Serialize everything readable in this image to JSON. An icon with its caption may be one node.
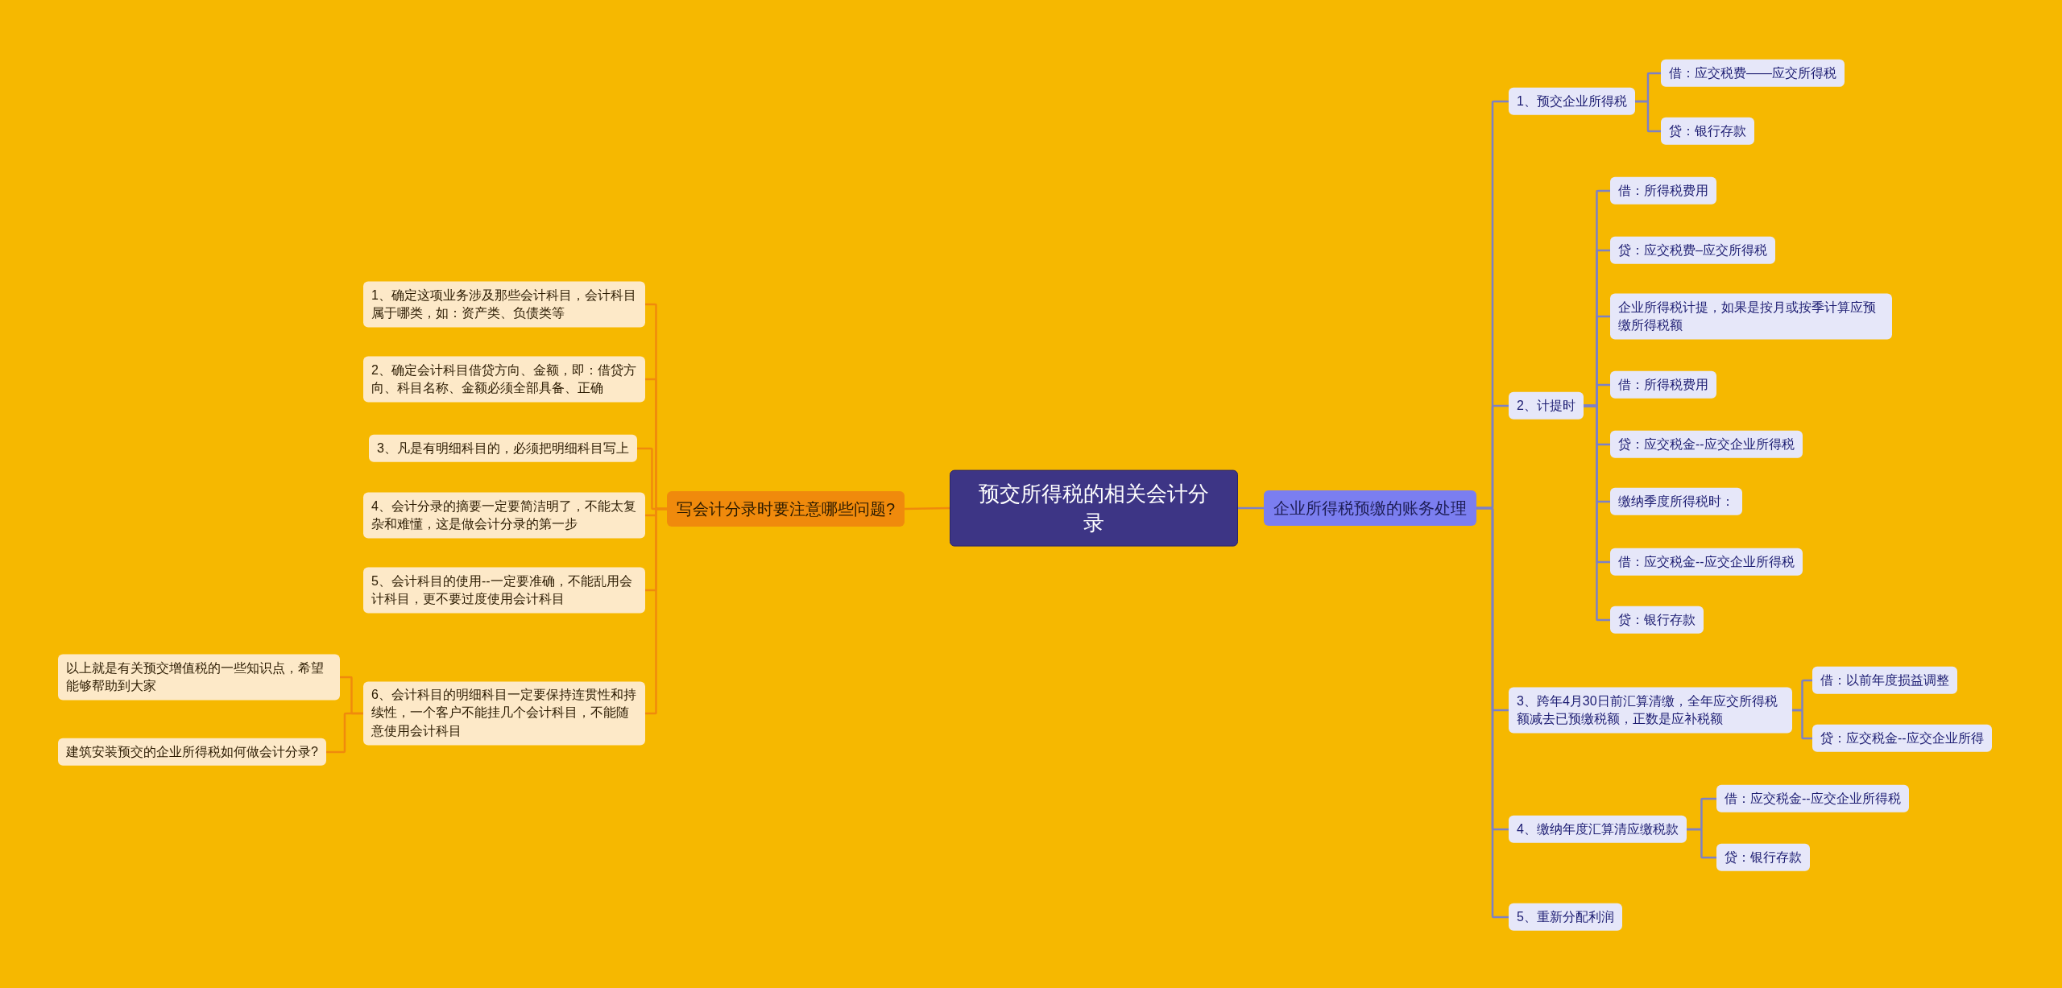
{
  "diagram": {
    "nodes": [
      {
        "text": [
          "预交所得税的相关会计分录"
        ]
      },
      {
        "text": [
          "写会计分录时要注意哪些问题?"
        ]
      },
      {
        "text": [
          "1、确定这项业务涉及那些会计科目，会计科目属于哪类，如：资产类、负债类等"
        ]
      },
      {
        "text": [
          "2、确定会计科目借贷方向、金额，即：借贷方向、科目名称、金额必须全部具备、正确"
        ]
      },
      {
        "text": [
          "3、凡是有明细科目的，必须把明细科目写上"
        ]
      },
      {
        "text": [
          "4、会计分录的摘要一定要简洁明了，不能太复杂和难懂，这是做会计分录的第一步"
        ]
      },
      {
        "text": [
          "5、会计科目的使用--一定要准确，不能乱用会计科目，更不要过度使用会计科目"
        ]
      },
      {
        "text": [
          "6、会计科目的明细科目一定要保持连贯性和持续性，一个客户不能挂几个会计科目，不能随意使用会计科目"
        ]
      },
      {
        "text": [
          "以上就是有关预交增值税的一些知识点，希望能够帮助到大家"
        ]
      },
      {
        "text": [
          "建筑安装预交的企业所得税如何做会计分录?"
        ]
      },
      {
        "text": [
          "企业所得税预缴的账务处理"
        ]
      },
      {
        "text": [
          "1、预交企业所得税"
        ]
      },
      {
        "text": [
          "借：应交税费——应交所得税"
        ]
      },
      {
        "text": [
          "贷：银行存款"
        ]
      },
      {
        "text": [
          "2、计提时"
        ]
      },
      {
        "text": [
          "借：所得税费用"
        ]
      },
      {
        "text": [
          "贷：应交税费–应交所得税"
        ]
      },
      {
        "text": [
          "企业所得税计提，如果是按月或按季计算应预缴所得税额"
        ]
      },
      {
        "text": [
          "借：所得税费用"
        ]
      },
      {
        "text": [
          "贷：应交税金--应交企业所得税"
        ]
      },
      {
        "text": [
          "缴纳季度所得税时："
        ]
      },
      {
        "text": [
          "借：应交税金--应交企业所得税"
        ]
      },
      {
        "text": [
          "贷：银行存款"
        ]
      },
      {
        "text": [
          "3、跨年4月30日前汇算清缴，全年应交所得税额减去已预缴税额，正数是应补税额"
        ]
      },
      {
        "text": [
          "借：以前年度损益调整"
        ]
      },
      {
        "text": [
          "贷：应交税金--应交企业所得"
        ]
      },
      {
        "text": [
          "4、缴纳年度汇算清应缴税款"
        ]
      },
      {
        "text": [
          "借：应交税金--应交企业所得税"
        ]
      },
      {
        "text": [
          "贷：银行存款"
        ]
      },
      {
        "text": [
          "5、重新分配利润"
        ]
      }
    ],
    "edges": [
      {
        "from": 0,
        "to": 1,
        "arrow": "none",
        "color": "#f08a0c"
      },
      {
        "from": 1,
        "to": 2,
        "arrow": "none",
        "color": "#f08a0c"
      },
      {
        "from": 1,
        "to": 3,
        "arrow": "none",
        "color": "#f08a0c"
      },
      {
        "from": 1,
        "to": 4,
        "arrow": "none",
        "color": "#f08a0c"
      },
      {
        "from": 1,
        "to": 5,
        "arrow": "none",
        "color": "#f08a0c"
      },
      {
        "from": 1,
        "to": 6,
        "arrow": "none",
        "color": "#f08a0c"
      },
      {
        "from": 1,
        "to": 7,
        "arrow": "none",
        "color": "#f08a0c"
      },
      {
        "from": 7,
        "to": 8,
        "arrow": "none",
        "color": "#f08a0c"
      },
      {
        "from": 7,
        "to": 9,
        "arrow": "none",
        "color": "#f08a0c"
      },
      {
        "from": 0,
        "to": 10,
        "arrow": "none"
      },
      {
        "from": 10,
        "to": 11,
        "arrow": "none"
      },
      {
        "from": 11,
        "to": 12,
        "arrow": "none"
      },
      {
        "from": 11,
        "to": 13,
        "arrow": "none"
      },
      {
        "from": 10,
        "to": 14,
        "arrow": "none"
      },
      {
        "from": 14,
        "to": 15,
        "arrow": "none"
      },
      {
        "from": 14,
        "to": 16,
        "arrow": "none"
      },
      {
        "from": 14,
        "to": 17,
        "arrow": "none"
      },
      {
        "from": 14,
        "to": 18,
        "arrow": "none"
      },
      {
        "from": 14,
        "to": 19,
        "arrow": "none"
      },
      {
        "from": 14,
        "to": 20,
        "arrow": "none"
      },
      {
        "from": 14,
        "to": 21,
        "arrow": "none"
      },
      {
        "from": 14,
        "to": 22,
        "arrow": "none"
      },
      {
        "from": 10,
        "to": 23,
        "arrow": "none"
      },
      {
        "from": 23,
        "to": 24,
        "arrow": "none"
      },
      {
        "from": 23,
        "to": 25,
        "arrow": "none"
      },
      {
        "from": 10,
        "to": 26,
        "arrow": "none"
      },
      {
        "from": 26,
        "to": 27,
        "arrow": "none"
      },
      {
        "from": 26,
        "to": 28,
        "arrow": "none"
      },
      {
        "from": 10,
        "to": 29,
        "arrow": "none"
      }
    ]
  }
}
